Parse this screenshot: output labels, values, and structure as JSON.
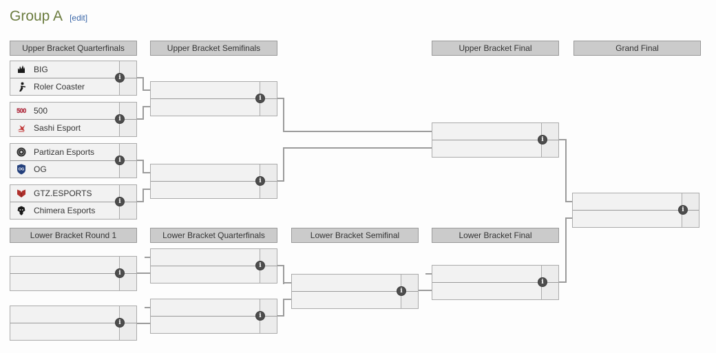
{
  "title": {
    "text": "Group A",
    "edit_label": "[edit]"
  },
  "headers": {
    "upper_quarterfinals": "Upper Bracket Quarterfinals",
    "upper_semifinals": "Upper Bracket Semifinals",
    "upper_final": "Upper Bracket Final",
    "grand_final": "Grand Final",
    "lower_round1": "Lower Bracket Round 1",
    "lower_quarterfinals": "Lower Bracket Quarterfinals",
    "lower_semifinal": "Lower Bracket Semifinal",
    "lower_final": "Lower Bracket Final"
  },
  "matches": {
    "ub_qf1": {
      "top_team": "BIG",
      "bottom_team": "Roler Coaster",
      "top_score": "",
      "bottom_score": ""
    },
    "ub_qf2": {
      "top_team": "500",
      "bottom_team": "Sashi Esport",
      "top_score": "",
      "bottom_score": ""
    },
    "ub_qf3": {
      "top_team": "Partizan Esports",
      "bottom_team": "OG",
      "top_score": "",
      "bottom_score": ""
    },
    "ub_qf4": {
      "top_team": "GTZ.ESPORTS",
      "bottom_team": "Chimera Esports",
      "top_score": "",
      "bottom_score": ""
    },
    "ub_sf1": {
      "top_team": "",
      "bottom_team": "",
      "top_score": "",
      "bottom_score": ""
    },
    "ub_sf2": {
      "top_team": "",
      "bottom_team": "",
      "top_score": "",
      "bottom_score": ""
    },
    "ub_final": {
      "top_team": "",
      "bottom_team": "",
      "top_score": "",
      "bottom_score": ""
    },
    "grand_final": {
      "top_team": "",
      "bottom_team": "",
      "top_score": "",
      "bottom_score": ""
    },
    "lb_r1a": {
      "top_team": "",
      "bottom_team": "",
      "top_score": "",
      "bottom_score": ""
    },
    "lb_r1b": {
      "top_team": "",
      "bottom_team": "",
      "top_score": "",
      "bottom_score": ""
    },
    "lb_qf1": {
      "top_team": "",
      "bottom_team": "",
      "top_score": "",
      "bottom_score": ""
    },
    "lb_qf2": {
      "top_team": "",
      "bottom_team": "",
      "top_score": "",
      "bottom_score": ""
    },
    "lb_sf": {
      "top_team": "",
      "bottom_team": "",
      "top_score": "",
      "bottom_score": ""
    },
    "lb_final": {
      "top_team": "",
      "bottom_team": "",
      "top_score": "",
      "bottom_score": ""
    }
  },
  "logos": {
    "big": "black-claw-emblem",
    "roler_coaster": "black-shooter-silhouette",
    "team500_text": "500",
    "sashi": "red-bird-emblem",
    "partizan": "dark-roundel-star",
    "og": "blue-shield",
    "og_text": "OG",
    "gtz": "red-book-emblem",
    "chimera": "black-skull-emblem"
  },
  "info_icon_glyph": "i",
  "colors": {
    "heading_green": "#6b7c3f",
    "link_blue": "#3a66a8",
    "header_fill": "#cbcbcb",
    "box_fill": "#f2f2f2",
    "score_fill": "#ececec",
    "border_gray": "#aaaaaa",
    "connector_gray": "#9a9a9a",
    "info_bg": "#4d4d4d",
    "text_dark": "#333333"
  }
}
